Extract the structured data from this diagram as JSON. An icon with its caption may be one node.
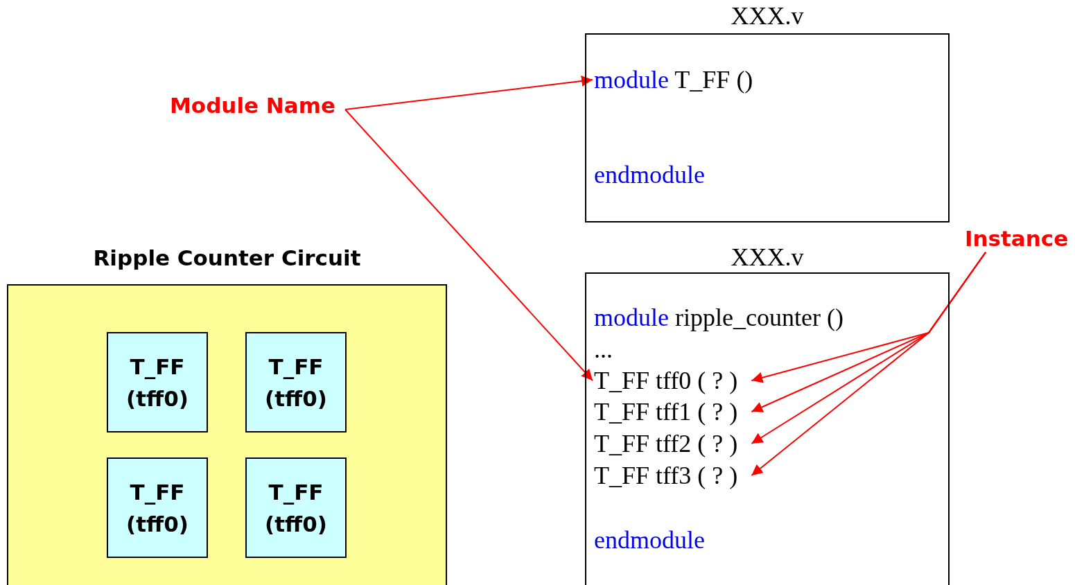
{
  "diagram": {
    "nodes": [
      {
        "text": [
          "Module Name"
        ]
      },
      {
        "text": [
          "XXX.v"
        ]
      },
      {
        "text": [
          "module",
          "T_FF ()"
        ],
        "in": 1
      },
      {
        "text": [
          "endmodule"
        ],
        "in": 1
      },
      {
        "text": [
          "Ripple Counter Circuit"
        ]
      },
      {
        "text": [
          "T_FF (tff0)"
        ],
        "in": 4
      },
      {
        "text": [
          "T_FF (tff0)"
        ],
        "in": 4
      },
      {
        "text": [
          "T_FF (tff0)"
        ],
        "in": 4
      },
      {
        "text": [
          "T_FF (tff0)"
        ],
        "in": 4
      },
      {
        "text": [
          "XXX.v"
        ]
      },
      {
        "text": [
          "module",
          "ripple_counter ()"
        ],
        "in": 9
      },
      {
        "text": [
          "..."
        ],
        "in": 9
      },
      {
        "text": [
          "T_FF tff0 ( ? )"
        ],
        "in": 9
      },
      {
        "text": [
          "T_FF tff1 ( ? )"
        ],
        "in": 9
      },
      {
        "text": [
          "T_FF tff2 ( ? )"
        ],
        "in": 9
      },
      {
        "text": [
          "T_FF tff3 ( ? )"
        ],
        "in": 9
      },
      {
        "text": [
          "endmodule"
        ],
        "in": 9
      },
      {
        "text": [
          "Instance"
        ]
      }
    ],
    "edges": [
      {
        "from": 0,
        "to": 2,
        "arrow": "to"
      },
      {
        "from": 0,
        "to": 12,
        "arrow": "to"
      },
      {
        "from": 17,
        "to": 12,
        "arrow": "to"
      },
      {
        "from": 17,
        "to": 13,
        "arrow": "to"
      },
      {
        "from": 17,
        "to": 14,
        "arrow": "to"
      },
      {
        "from": 17,
        "to": 15,
        "arrow": "to"
      }
    ]
  }
}
